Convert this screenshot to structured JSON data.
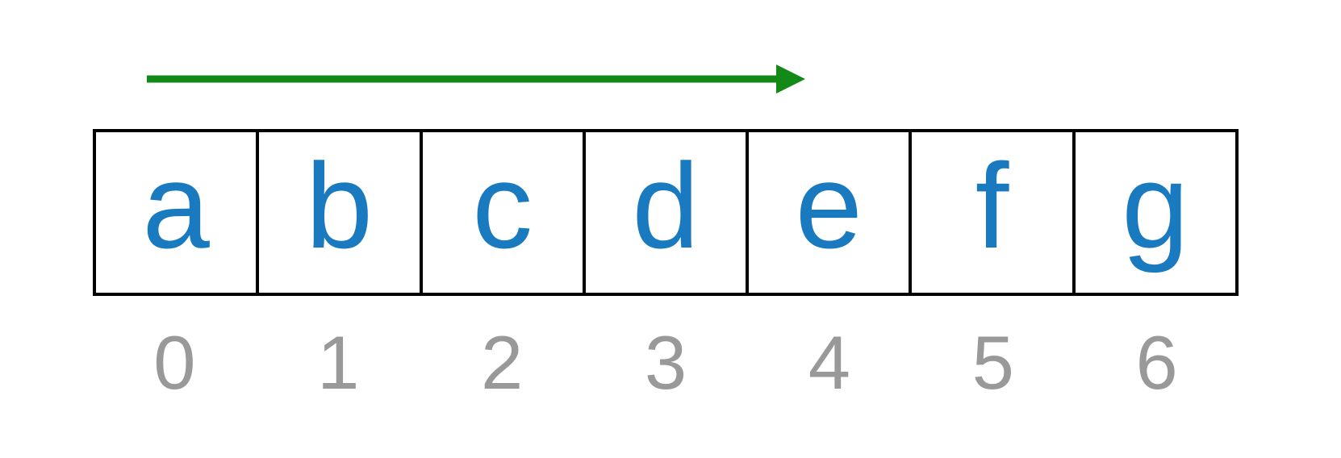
{
  "colors": {
    "value_text": "#1a7abf",
    "index_text": "#999999",
    "arrow": "#138a17",
    "border": "#000000"
  },
  "arrow": {
    "direction": "right",
    "from_index": 0,
    "to_index": 4
  },
  "array": {
    "cells": [
      {
        "value": "a",
        "index": "0"
      },
      {
        "value": "b",
        "index": "1"
      },
      {
        "value": "c",
        "index": "2"
      },
      {
        "value": "d",
        "index": "3"
      },
      {
        "value": "e",
        "index": "4"
      },
      {
        "value": "f",
        "index": "5"
      },
      {
        "value": "g",
        "index": "6"
      }
    ]
  }
}
